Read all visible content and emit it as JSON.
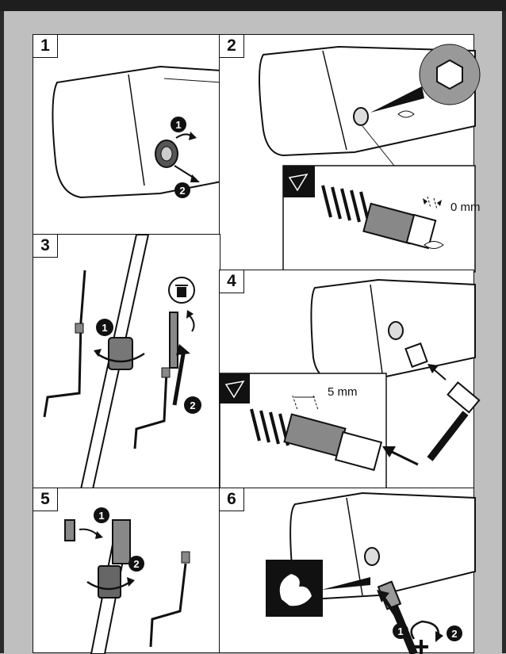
{
  "steps": [
    {
      "number": "1"
    },
    {
      "number": "2",
      "measurement": "0 mm"
    },
    {
      "number": "3"
    },
    {
      "number": "4",
      "measurement": "5 mm"
    },
    {
      "number": "5"
    },
    {
      "number": "6"
    }
  ],
  "callouts": [
    "1",
    "2"
  ],
  "colors": {
    "background": "#bfbfbf",
    "frame": "#1e1e1e",
    "ink": "#111111",
    "shade": "#8c8c8c"
  }
}
